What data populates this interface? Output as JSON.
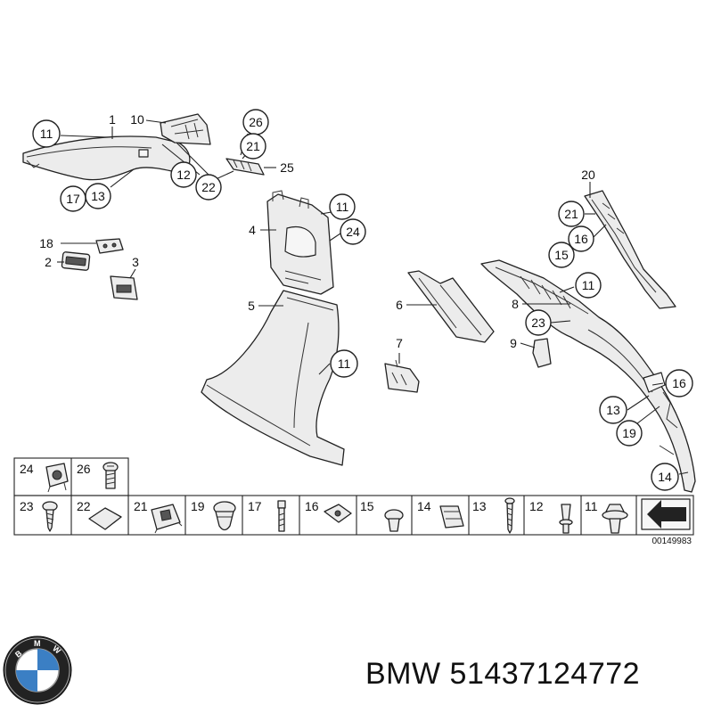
{
  "diagram": {
    "callouts": {
      "c11a": "11",
      "c1": "1",
      "c10": "10",
      "c26a": "26",
      "c21a": "21",
      "c25": "25",
      "c12a": "12",
      "c22a": "22",
      "c17a": "17",
      "c13a": "13",
      "c18": "18",
      "c2": "2",
      "c3": "3",
      "c4": "4",
      "c11b": "11",
      "c24a": "24",
      "c5": "5",
      "c11c": "11",
      "c6": "6",
      "c7": "7",
      "c8": "8",
      "c11d": "11",
      "c23a": "23",
      "c9": "9",
      "c20": "20",
      "c21b": "21",
      "c16a": "16",
      "c15a": "15",
      "c16b": "16",
      "c13b": "13",
      "c19a": "19",
      "c14a": "14"
    },
    "legend_cells": {
      "r1c1": "24",
      "r1c2": "26",
      "r2c1": "23",
      "r2c2": "22",
      "r2c3": "21",
      "r2c4": "19",
      "r2c5": "17",
      "r2c6": "16",
      "r2c7": "15",
      "r2c8": "14",
      "r2c9": "13",
      "r2c10": "12",
      "r2c11": "11"
    },
    "reference_number": "00149983"
  },
  "brand": {
    "logo_letters": "BMW",
    "maker": "BMW",
    "part_number": "51437124772"
  }
}
